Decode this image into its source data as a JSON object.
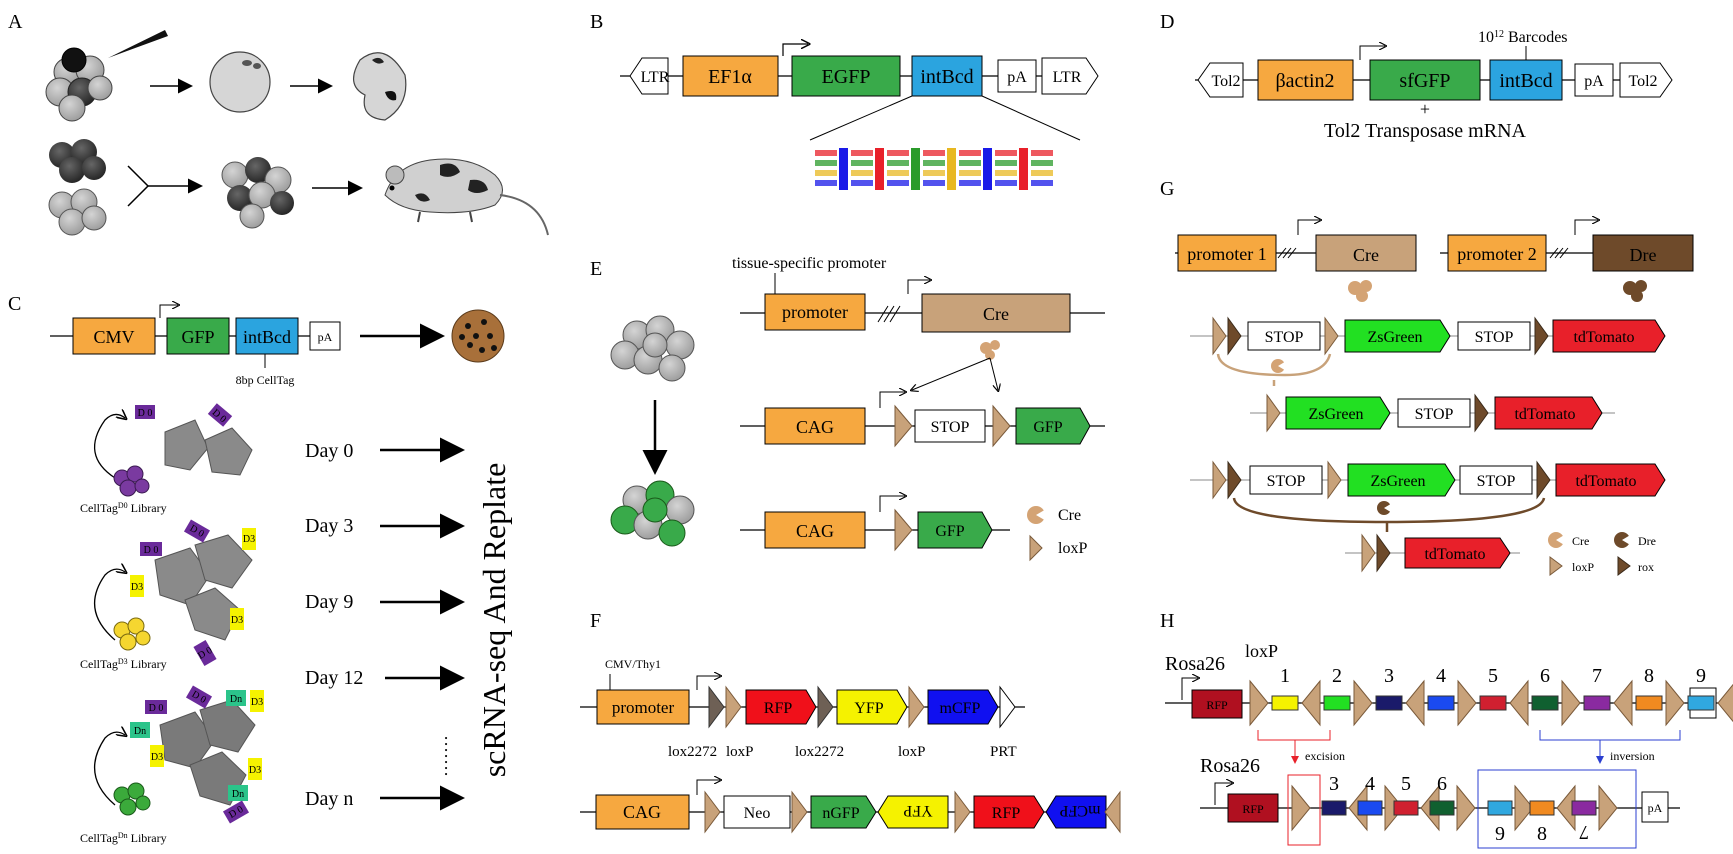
{
  "panels": {
    "A": "A",
    "B": "B",
    "C": "C",
    "D": "D",
    "E": "E",
    "F": "F",
    "G": "G",
    "H": "H"
  },
  "colors": {
    "orange": "#F6A840",
    "green": "#39AA4A",
    "blue": "#2BA4DF",
    "tan": "#C8A27A",
    "brown": "#6E4A2A",
    "red": "#E8202A",
    "bright_green": "#22E022",
    "yellow": "#F5F200",
    "purple": "#6A2A9A",
    "grey": "#8A8A8A"
  },
  "B": {
    "ltr_left": "LTR",
    "promoter": "EF1α",
    "reporter": "EGFP",
    "barcode": "intBcd",
    "pa": "pA",
    "ltr_right": "LTR"
  },
  "C": {
    "promoter": "CMV",
    "reporter": "GFP",
    "barcode": "intBcd",
    "pa": "pA",
    "cell_tag": "8bp CellTag",
    "library_d0": "CellTag",
    "library_d0_sup": "D0",
    "library_d0_tail": " Library",
    "library_d3": "CellTag",
    "library_d3_sup": "D3",
    "library_d3_tail": " Library",
    "library_dn": "CellTag",
    "library_dn_sup": "Dn",
    "library_dn_tail": " Library",
    "tag_d0": "D 0",
    "tag_d3": "D3",
    "tag_dn": "Dn",
    "days": [
      "Day 0",
      "Day 3",
      "Day 9",
      "Day 12",
      "Day n"
    ],
    "ellipsis": "·······",
    "vertical_label": "scRNA-seq And Replate"
  },
  "D": {
    "tol2_left": "Tol2",
    "promoter": "βactin2",
    "reporter": "sfGFP",
    "barcode": "intBcd",
    "pa": "pA",
    "tol2_right": "Tol2",
    "barcodes_base": "10",
    "barcodes_exp": "12",
    "barcodes_label": " Barcodes",
    "plus": "+",
    "mrna": "Tol2 Transposase mRNA"
  },
  "E": {
    "tissue_promoter_label": "tissue-specific promoter",
    "promoter": "promoter",
    "cre": "Cre",
    "cag1": "CAG",
    "stop": "STOP",
    "gfp1": "GFP",
    "cag2": "CAG",
    "gfp2": "GFP",
    "legend_cre": "Cre",
    "legend_loxp": "loxP"
  },
  "F": {
    "cmv_thy1": "CMV/Thy1",
    "promoter": "promoter",
    "rfp": "RFP",
    "yfp": "YFP",
    "mcfp": "mCFP",
    "lox2272_a": "lox2272",
    "loxp_a": "loxP",
    "lox2272_b": "lox2272",
    "loxp_b": "loxP",
    "prt": "PRT",
    "cag": "CAG",
    "neo": "Neo",
    "ngfp": "nGFP",
    "yfp_rev": "YFP",
    "rfp2": "RFP",
    "mcfp_rev": "mCFP"
  },
  "G": {
    "promoter1": "promoter 1",
    "cre": "Cre",
    "promoter2": "promoter 2",
    "dre": "Dre",
    "stop": "STOP",
    "zsgreen": "ZsGreen",
    "tdtomato": "tdTomato",
    "legend_cre": "Cre",
    "legend_dre": "Dre",
    "legend_loxp": "loxP",
    "legend_rox": "rox"
  },
  "H": {
    "rosa26": "Rosa26",
    "loxp": "loxP",
    "rfp": "RFP",
    "pa": "pA",
    "numbers": [
      "1",
      "2",
      "3",
      "4",
      "5",
      "6",
      "7",
      "8",
      "9"
    ],
    "excision": "excision",
    "inversion": "inversion",
    "rosa26_b": "Rosa26",
    "rfp_b": "RFP",
    "pa_b": "pA",
    "numbers_b": [
      "3",
      "4",
      "5",
      "6",
      "9",
      "8",
      "7"
    ]
  }
}
